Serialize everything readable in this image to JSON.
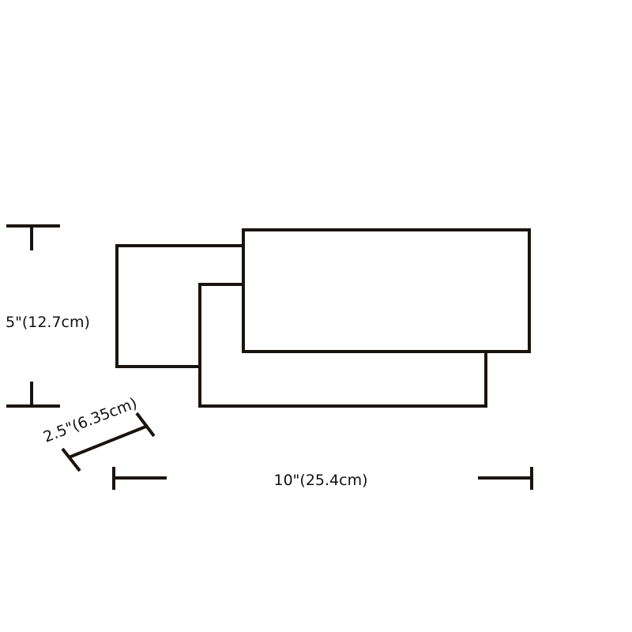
{
  "diagram": {
    "line_color": "#1a1410",
    "background": "#ffffff",
    "dimensions": {
      "height": "5\"(12.7cm)",
      "depth": "2.5\"(6.35cm)",
      "width": "10\"(25.4cm)"
    }
  }
}
